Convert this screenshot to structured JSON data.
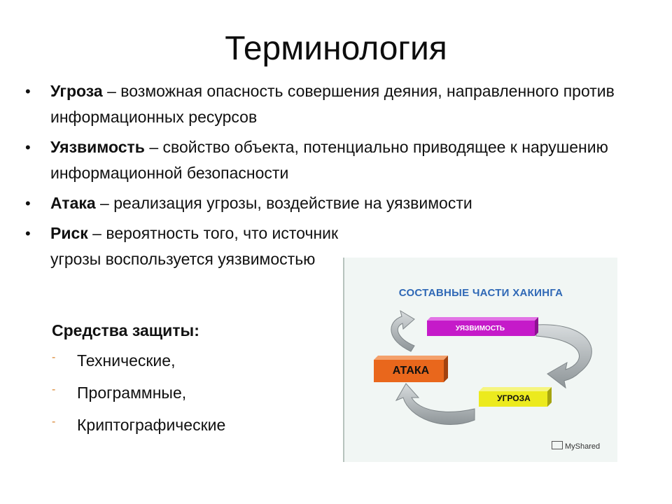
{
  "slide": {
    "title": "Терминология",
    "bullets": [
      {
        "term": "Угроза",
        "text": " – возможная опасность совершения деяния, направленного против информационных ресурсов"
      },
      {
        "term": "Уязвимость",
        "text": " – свойство объекта, потенциально приводящее к нарушению информационной безопасности"
      },
      {
        "term": "Атака",
        "text": " – реализация угрозы, воздействие на уязвимости"
      },
      {
        "term": "Риск",
        "text": " – вероятность того, что источник угрозы воспользуется уязвимостью"
      }
    ],
    "bullet_icon": "•",
    "protection": {
      "title": "Средства защиты:",
      "dash_icon": "-",
      "items": [
        "Технические,",
        "Программные,",
        "Криптографические"
      ]
    }
  },
  "diagram": {
    "title": "СОСТАВНЫЕ ЧАСТИ ХАКИНГА",
    "vulnerability": "УЯЗВИМОСТЬ",
    "attack": "АТАКА",
    "threat": "УГРОЗА",
    "brand": "MyShared",
    "colors": {
      "background": "#f1f6f4",
      "title": "#2f68b6",
      "vulnerability": "#c51ac9",
      "attack": "#e9671c",
      "threat": "#ecea1e",
      "arrow": "#9ea4a7"
    }
  }
}
